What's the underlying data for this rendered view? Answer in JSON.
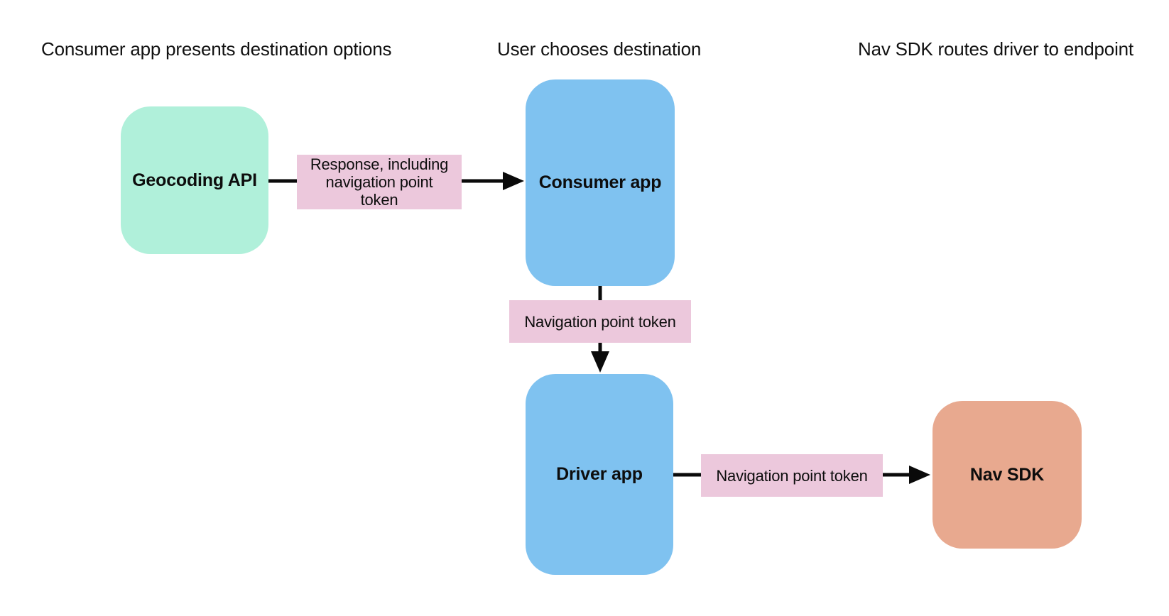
{
  "diagram": {
    "column_headers": [
      "Consumer app presents destination options",
      "User chooses destination",
      "Nav SDK routes driver to endpoint"
    ],
    "nodes": {
      "geocoding_api": {
        "label": "Geocoding API",
        "fill": "#b0f0da"
      },
      "consumer_app": {
        "label": "Consumer app",
        "fill": "#7fc2f0"
      },
      "driver_app": {
        "label": "Driver app",
        "fill": "#7fc2f0"
      },
      "nav_sdk": {
        "label": "Nav SDK",
        "fill": "#e8a98f"
      }
    },
    "edges": {
      "geocoding_to_consumer": {
        "label": "Response, including\nnavigation point\ntoken"
      },
      "consumer_to_driver": {
        "label": "Navigation point token"
      },
      "driver_to_nav_sdk": {
        "label": "Navigation point token"
      }
    },
    "styles": {
      "edge_label_fill": "#ecc8dc",
      "arrow_color": "#0a0a0a",
      "text_color": "#111111",
      "background": "#ffffff"
    }
  }
}
